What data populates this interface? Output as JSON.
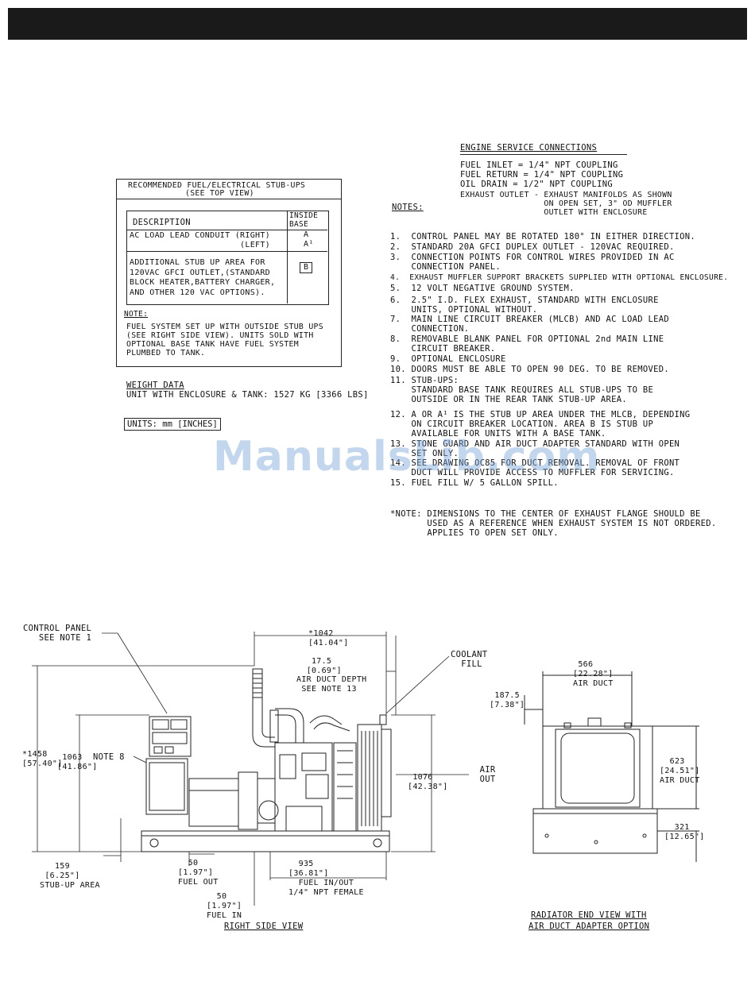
{
  "engine_service": {
    "heading": "ENGINE SERVICE CONNECTIONS",
    "lines": [
      "FUEL INLET = 1/4\" NPT COUPLING",
      "FUEL RETURN = 1/4\" NPT COUPLING",
      "OIL DRAIN = 1/2\" NPT COUPLING",
      "EXHAUST OUTLET - EXHAUST MANIFOLDS AS SHOWN",
      "                 ON OPEN SET, 3\" OD MUFFLER",
      "                 OUTLET WITH ENCLOSURE"
    ]
  },
  "stub_table": {
    "title": "RECOMMENDED FUEL/ELECTRICAL STUB-UPS",
    "subtitle": "(SEE TOP VIEW)",
    "col_description": "DESCRIPTION",
    "col_inside_base": "INSIDE\nBASE",
    "row1_desc": "AC LOAD LEAD CONDUIT (RIGHT)\n                      (LEFT)",
    "row1_val_right": "A",
    "row1_val_left": "A¹",
    "row2_desc": "ADDITIONAL STUB UP AREA FOR\n120VAC GFCI OUTLET,(STANDARD\nBLOCK HEATER,BATTERY CHARGER,\nAND OTHER 120 VAC OPTIONS).",
    "row2_val": "B",
    "note_label": "NOTE:",
    "note_text": "FUEL SYSTEM SET UP WITH OUTSIDE STUB UPS\n(SEE RIGHT SIDE VIEW). UNITS SOLD WITH\nOPTIONAL BASE TANK HAVE FUEL SYSTEM\nPLUMBED TO TANK."
  },
  "weight": {
    "heading": "WEIGHT DATA",
    "line": "UNIT WITH ENCLOSURE & TANK: 1527 KG [3366 LBS]"
  },
  "units_label": "UNITS: mm [INCHES]",
  "notes_heading": "NOTES:",
  "notes": [
    "1.  CONTROL PANEL MAY BE ROTATED 180° IN EITHER DIRECTION.",
    "2.  STANDARD 20A GFCI DUPLEX OUTLET - 120VAC REQUIRED.",
    "3.  CONNECTION POINTS FOR CONTROL WIRES PROVIDED IN AC\n    CONNECTION PANEL.",
    "4.  EXHAUST MUFFLER SUPPORT BRACKETS SUPPLIED WITH OPTIONAL ENCLOSURE.",
    "5.  12 VOLT NEGATIVE GROUND SYSTEM.",
    "6.  2.5\" I.D. FLEX EXHAUST, STANDARD WITH ENCLOSURE\n    UNITS, OPTIONAL WITHOUT.",
    "7.  MAIN LINE CIRCUIT BREAKER (MLCB) AND AC LOAD LEAD\n    CONNECTION.",
    "8.  REMOVABLE BLANK PANEL FOR OPTIONAL 2nd MAIN LINE\n    CIRCUIT BREAKER.",
    "9.  OPTIONAL ENCLOSURE",
    "10. DOORS MUST BE ABLE TO OPEN 90 DEG. TO BE REMOVED.",
    "11. STUB-UPS:\n    STANDARD BASE TANK REQUIRES ALL STUB-UPS TO BE\n    OUTSIDE OR IN THE REAR TANK STUB-UP AREA.",
    "12. A OR A¹ IS THE STUB UP AREA UNDER THE MLCB, DEPENDING\n    ON CIRCUIT BREAKER LOCATION. AREA B IS STUB UP\n    AVAILABLE FOR UNITS WITH A BASE TANK.",
    "13. STONE GUARD AND AIR DUCT ADAPTER STANDARD WITH OPEN\n    SET ONLY.",
    "14. SEE DRAWING OC85 FOR DUCT REMOVAL. REMOVAL OF FRONT\n    DUCT WILL PROVIDE ACCESS TO MUFFLER FOR SERVICING.",
    "15. FUEL FILL W/ 5 GALLON SPILL."
  ],
  "asterisk_note": "*NOTE: DIMENSIONS TO THE CENTER OF EXHAUST FLANGE SHOULD BE\n       USED AS A REFERENCE WHEN EXHAUST SYSTEM IS NOT ORDERED.\n       APPLIES TO OPEN SET ONLY.",
  "watermark": "ManualsLib.com",
  "right_view": {
    "caption": "RIGHT SIDE VIEW",
    "control_panel": "CONTROL PANEL\n   SEE NOTE 1",
    "dim_1042": "*1042\n[41.04\"]",
    "dim_17_5": "   17.5\n  [0.69\"]\nAIR DUCT DEPTH\n SEE NOTE 13",
    "coolant": "COOLANT\n  FILL",
    "note8": "NOTE 8",
    "dim_1458": "*1458\n[57.40\"]",
    "dim_1063": " 1063\n[41.86\"]",
    "dim_1076": " 1076\n[42.38\"]",
    "air_out": " AIR\n OUT",
    "dim_159": "   159\n [6.25\"]\nSTUB-UP AREA",
    "dim_50a": "  50\n[1.97\"]\nFUEL OUT",
    "dim_935": "  935\n[36.81\"]\n  FUEL IN/OUT\n1/4\" NPT FEMALE",
    "dim_50b": "  50\n[1.97\"]\nFUEL IN"
  },
  "end_view": {
    "caption_line1": "RADIATOR END VIEW WITH",
    "caption_line2": "AIR DUCT ADAPTER OPTION",
    "dim_566": " 566\n[22.28\"]\nAIR DUCT",
    "dim_187_5": " 187.5\n[7.38\"]",
    "dim_623": "  623\n[24.51\"]\nAIR DUCT",
    "dim_321": "  321\n[12.65\"]"
  }
}
